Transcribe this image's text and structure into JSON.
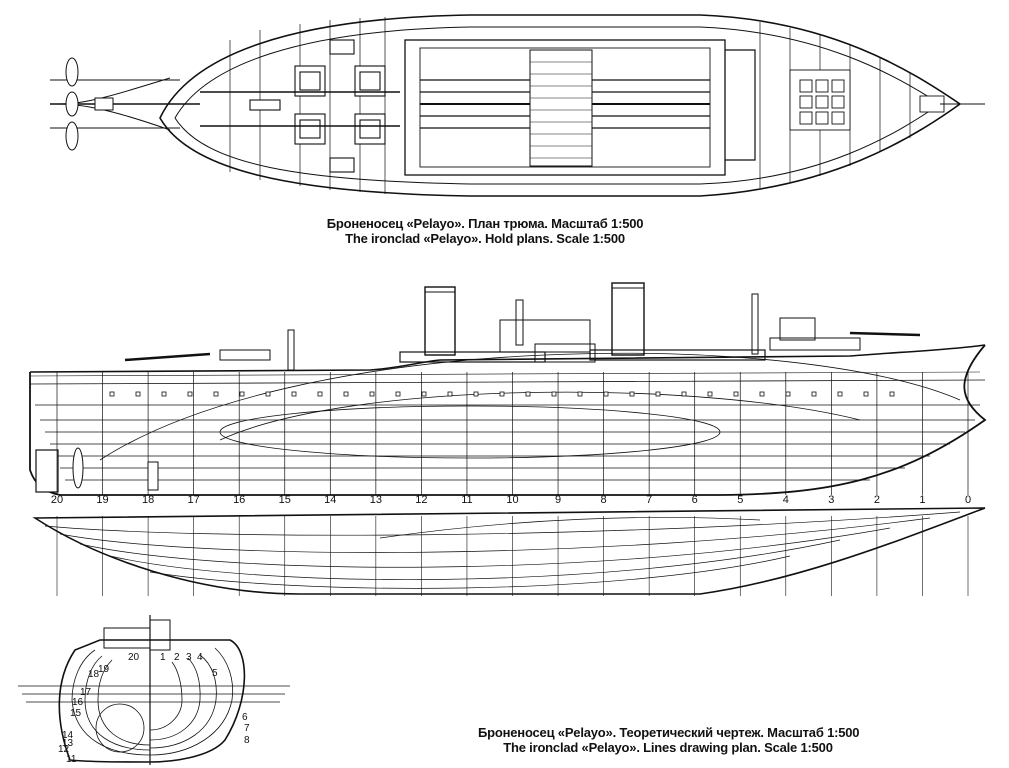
{
  "hold_plan": {
    "caption_ru": "Броненосец «Pelayo». План трюма. Масштаб 1:500",
    "caption_en": "The ironclad «Pelayo». Hold plans. Scale 1:500"
  },
  "lines_plan": {
    "caption_ru": "Броненосец «Pelayo». Теоретический чертеж. Масштаб 1:500",
    "caption_en": "The ironclad «Pelayo». Lines drawing plan. Scale 1:500",
    "station_numbers": [
      "20",
      "19",
      "18",
      "17",
      "16",
      "15",
      "14",
      "13",
      "12",
      "11",
      "10",
      "9",
      "8",
      "7",
      "6",
      "5",
      "4",
      "3",
      "2",
      "1",
      "0"
    ]
  },
  "body_plan": {
    "left_labels": [
      "18",
      "19",
      "17",
      "16",
      "15",
      "14",
      "13",
      "12",
      "11"
    ],
    "top_labels": [
      "20",
      "1",
      "2",
      "3",
      "4"
    ],
    "right_labels": [
      "5",
      "6",
      "7",
      "8"
    ]
  }
}
